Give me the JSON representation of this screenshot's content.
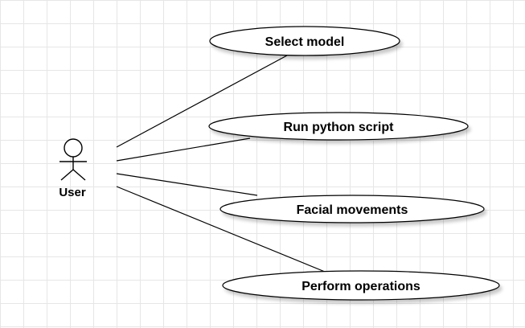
{
  "diagram": {
    "type": "use-case",
    "actor": {
      "label": "User"
    },
    "use_cases": [
      {
        "id": "uc1",
        "label": "Select model"
      },
      {
        "id": "uc2",
        "label": "Run python script"
      },
      {
        "id": "uc3",
        "label": "Facial movements"
      },
      {
        "id": "uc4",
        "label": "Perform operations"
      }
    ],
    "associations": [
      {
        "from": "actor",
        "to": "uc1"
      },
      {
        "from": "actor",
        "to": "uc2"
      },
      {
        "from": "actor",
        "to": "uc3"
      },
      {
        "from": "actor",
        "to": "uc4"
      }
    ]
  }
}
